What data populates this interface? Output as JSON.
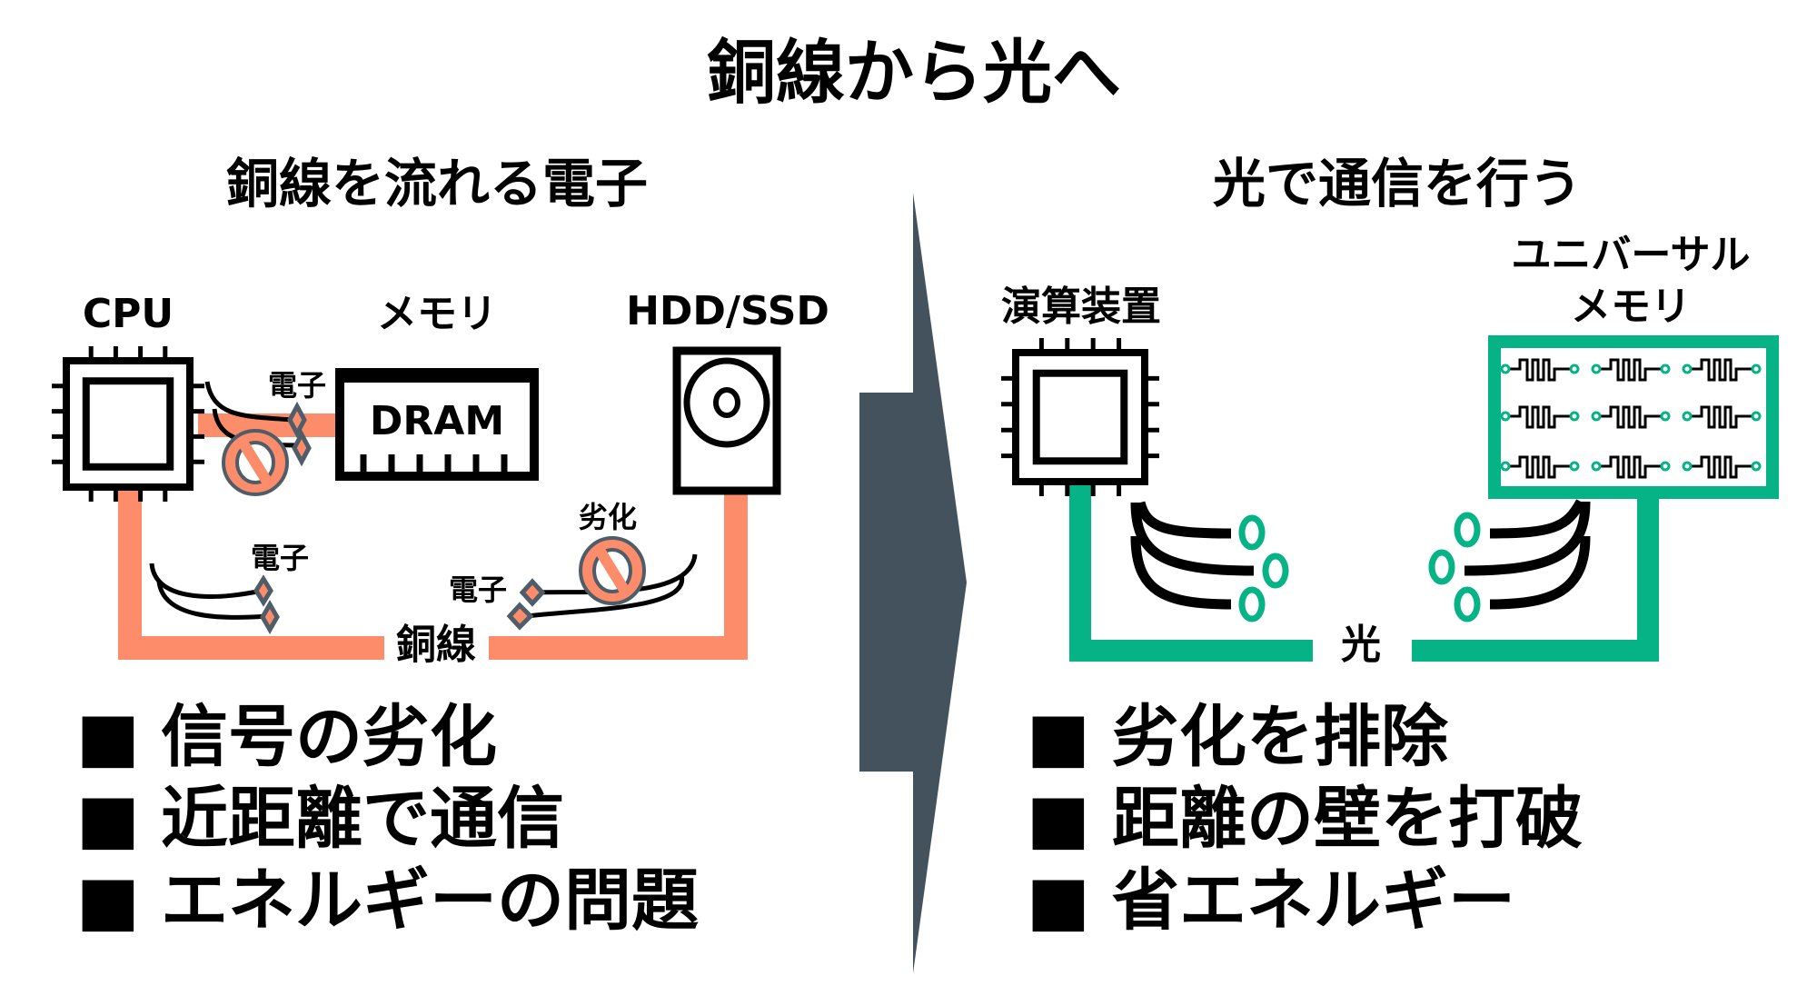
{
  "title": "銅線から光へ",
  "colors": {
    "copper": "#fd8c6a",
    "light": "#06b386",
    "arrow": "#44525e",
    "diamond": "#4f5d68"
  },
  "left": {
    "heading": "銅線を流れる電子",
    "cpu_label": "CPU",
    "memory_label": "メモリ",
    "dram_label": "DRAM",
    "storage_label": "HDD/SSD",
    "electron_labels": [
      "電子",
      "電子",
      "電子"
    ],
    "degradation_label": "劣化",
    "wire_label": "銅線",
    "bullets": [
      "信号の劣化",
      "近距離で通信",
      "エネルギーの問題"
    ]
  },
  "right": {
    "heading": "光で通信を行う",
    "processor_label": "演算装置",
    "memory_label_line1": "ユニバーサル",
    "memory_label_line2": "メモリ",
    "wire_label": "光",
    "bullets": [
      "劣化を排除",
      "距離の壁を打破",
      "省エネルギー"
    ]
  },
  "bullet_marker": "■"
}
